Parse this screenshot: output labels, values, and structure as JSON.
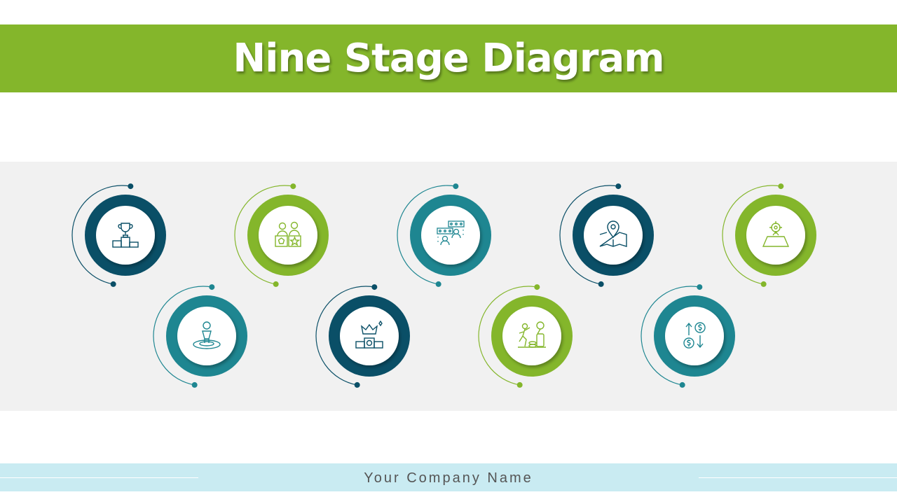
{
  "title": "Nine Stage Diagram",
  "footer": {
    "company": "Your Company Name"
  },
  "colors": {
    "title_bar": "#84b62b",
    "band": "#f1f1f1",
    "footer": "#c9ebf2",
    "dark_teal": "#0a4f67",
    "teal": "#1e8691",
    "green": "#84b62b"
  },
  "stages": [
    {
      "id": 1,
      "icon": "trophy-podium-icon",
      "color": "#0a4f67"
    },
    {
      "id": 2,
      "icon": "person-target-icon",
      "color": "#1e8691"
    },
    {
      "id": 3,
      "icon": "candidates-podium-icon",
      "color": "#84b62b"
    },
    {
      "id": 4,
      "icon": "crown-podium-icon",
      "color": "#0a4f67"
    },
    {
      "id": 5,
      "icon": "star-ratings-icon",
      "color": "#1e8691"
    },
    {
      "id": 6,
      "icon": "climber-goal-icon",
      "color": "#84b62b"
    },
    {
      "id": 7,
      "icon": "map-pin-icon",
      "color": "#0a4f67"
    },
    {
      "id": 8,
      "icon": "dollar-exchange-icon",
      "color": "#1e8691"
    },
    {
      "id": 9,
      "icon": "map-target-icon",
      "color": "#84b62b"
    }
  ]
}
